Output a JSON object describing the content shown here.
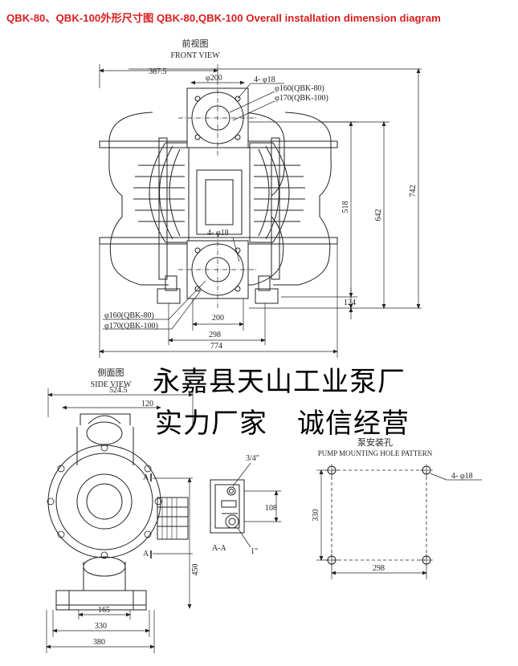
{
  "colors": {
    "title": "#d81e1e",
    "line": "#222222",
    "ink": "#000000"
  },
  "title": "QBK-80、QBK-100外形尺寸图 QBK-80,QBK-100 Overall installation dimension diagram",
  "front": {
    "label_cn": "前视图",
    "label_en": "FRONT VIEW",
    "dims": {
      "d387": "387.5",
      "phi200": "φ200",
      "bolts_top": "4- φ18",
      "phi160_top": "φ160(QBK-80)",
      "phi170_top": "φ170(QBK-100)",
      "d518": "518",
      "d642": "642",
      "d742": "742",
      "bolts_bottom": "4- φ18",
      "d124": "124",
      "phi160_bot": "φ160(QBK-80)",
      "phi170_bot": "φ170(QBK-100)",
      "d200": "200",
      "d298": "298",
      "d774": "774"
    }
  },
  "side": {
    "label_cn": "侧面图",
    "label_en": "SIDE VIEW",
    "dims": {
      "d524": "524.5",
      "d120": "120",
      "sec_a_top": "A",
      "sec_a_bot": "A",
      "d450": "450",
      "d165": "165",
      "d330": "330",
      "d380": "380"
    }
  },
  "section": {
    "d34": "3/4\"",
    "d108": "108",
    "label": "A-A",
    "d1": "1\""
  },
  "mount": {
    "label_cn": "泵安装孔",
    "label_en": "PUMP MOUNTING HOLE PATTERN",
    "bolts": "4- φ18",
    "d330": "330",
    "d298": "298"
  },
  "slogan": {
    "line1": "永嘉县天山工业泵厂",
    "line2a": "实力厂家",
    "line2b": "诚信经营"
  }
}
